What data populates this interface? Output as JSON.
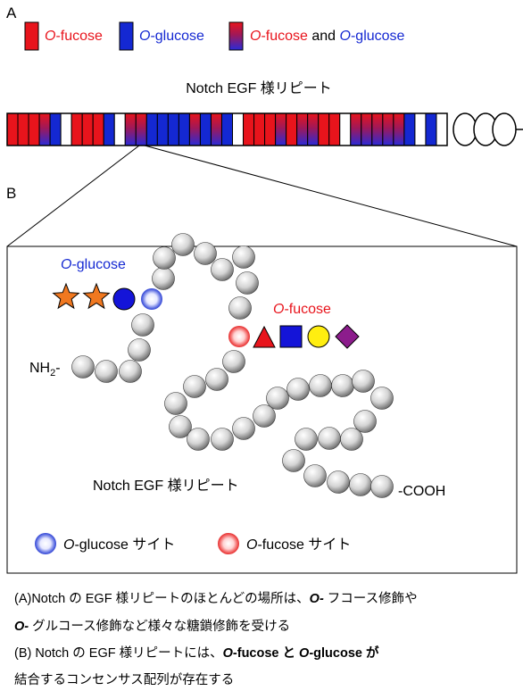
{
  "panel_a": {
    "label": "A",
    "legend": [
      {
        "prefix": "O",
        "suffix": "-fucose",
        "color": "#e8141c"
      },
      {
        "prefix": "O",
        "suffix": "-glucose",
        "color": "#1428d2"
      },
      {
        "part1_prefix": "O",
        "part1_suffix": "-fucose",
        "conj": " and ",
        "part2_prefix": "O",
        "part2_suffix": "-glucose"
      }
    ],
    "title": "Notch EGF 様リピート",
    "repeats": [
      "F",
      "F",
      "F",
      "M",
      "G",
      "W",
      "F",
      "F",
      "F",
      "G",
      "W",
      "M",
      "M",
      "G",
      "G",
      "G",
      "G",
      "M",
      "G",
      "M",
      "G",
      "W",
      "F",
      "F",
      "F",
      "M",
      "F",
      "M",
      "M",
      "F",
      "F",
      "W",
      "M",
      "M",
      "M",
      "M",
      "M",
      "G",
      "W",
      "G",
      "W"
    ],
    "colors": {
      "fucose": "#e8141c",
      "glucose": "#1428d2",
      "both_top": "#e8141c",
      "both_bottom": "#2a2ad8"
    }
  },
  "panel_b": {
    "label": "B",
    "glucose_label_prefix": "O",
    "glucose_label_suffix": "-glucose",
    "fucose_label_prefix": "O",
    "fucose_label_suffix": "-fucose",
    "nh2_main": "NH",
    "nh2_sub": "2",
    "nh2_dash": "-",
    "cooh": "-COOH",
    "chain_title": "Notch EGF 様リピート",
    "legend_glucose_prefix": "O",
    "legend_glucose_suffix": "-glucose サイト",
    "legend_fucose_prefix": "O",
    "legend_fucose_suffix": "-fucose サイト",
    "glycan_colors": {
      "star": "#f07820",
      "blue_circle": "#1414d8",
      "red_triangle": "#e8141c",
      "blue_square": "#1414d8",
      "yellow_circle": "#ffee10",
      "purple_diamond": "#8c1c8c"
    }
  },
  "captions": {
    "a_line1_pre": "(A)Notch の EGF 様リピートのほとんどの場所は、",
    "a_line1_o": "O-",
    "a_line1_post": " フコース修飾や",
    "a_line2_o": "O-",
    "a_line2_post": " グルコース修飾など様々な糖鎖修飾を受ける",
    "b_line1_pre": "(B) Notch の EGF 様リピートには、",
    "b_line1_o1": "O",
    "b_line1_mid1": "-fucose と ",
    "b_line1_o2": "O",
    "b_line1_mid2": "-glucose が",
    "b_line2": "結合するコンセンサス配列が存在する"
  }
}
